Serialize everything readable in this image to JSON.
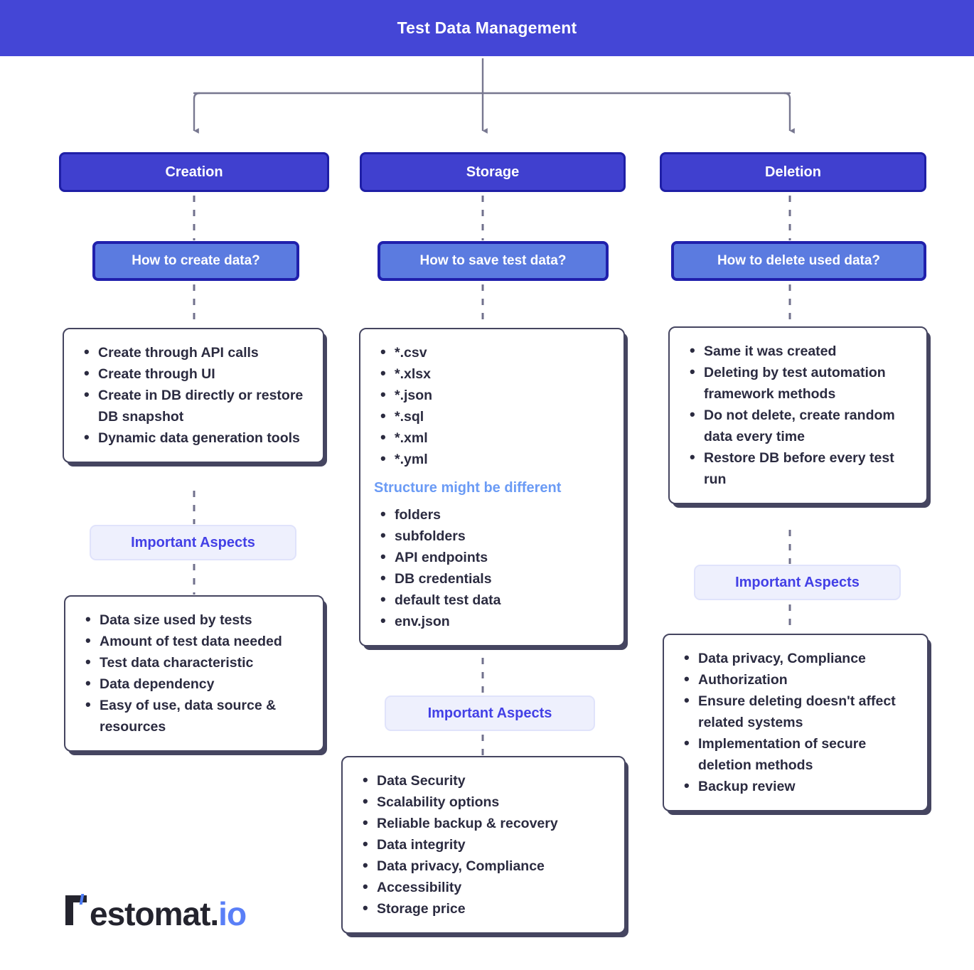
{
  "header": {
    "title": "Test Data Management"
  },
  "brand": {
    "logo_mark": "stylized-T",
    "name": "estomat",
    "dot": ".",
    "tld": "io",
    "accent_color": "#5a7ff7"
  },
  "colors": {
    "banner": "#4446d6",
    "category_fill": "#4040cf",
    "category_border": "#1f1fa6",
    "question_fill": "#5b7be0",
    "question_border": "#2020ac",
    "content_border": "#454560",
    "pill_fill": "#eef0fd",
    "pill_text": "#4340e6",
    "subhead_text": "#6b9bf5",
    "connector": "#777790"
  },
  "columns": [
    {
      "id": "creation",
      "category": "Creation",
      "question": "How to create data?",
      "items": [
        "Create through API calls",
        "Create through UI",
        "Create in DB directly or restore DB snapshot",
        "Dynamic data generation tools"
      ],
      "aspects_label": "Important Aspects",
      "aspects": [
        "Data size used by tests",
        "Amount of test data needed",
        "Test data characteristic",
        "Data dependency",
        "Easy of use, data source & resources"
      ]
    },
    {
      "id": "storage",
      "category": "Storage",
      "question": "How to save test data?",
      "items": [
        "*.csv",
        "*.xlsx",
        "*.json",
        "*.sql",
        "*.xml",
        "*.yml"
      ],
      "subhead": "Structure might be different",
      "items2": [
        "folders",
        "subfolders",
        "API endpoints",
        "DB credentials",
        "default test data",
        "env.json"
      ],
      "aspects_label": "Important Aspects",
      "aspects": [
        "Data Security",
        "Scalability options",
        "Reliable backup & recovery",
        "Data integrity",
        "Data privacy, Compliance",
        "Accessibility",
        "Storage price"
      ]
    },
    {
      "id": "deletion",
      "category": "Deletion",
      "question": "How to delete used data?",
      "items": [
        "Same it was created",
        "Deleting by test automation framework methods",
        "Do not delete, create random data every time",
        "Restore DB before every test run"
      ],
      "aspects_label": "Important Aspects",
      "aspects": [
        "Data privacy, Compliance",
        "Authorization",
        "Ensure deleting doesn't affect related systems",
        "Implementation of secure deletion methods",
        "Backup review"
      ]
    }
  ]
}
